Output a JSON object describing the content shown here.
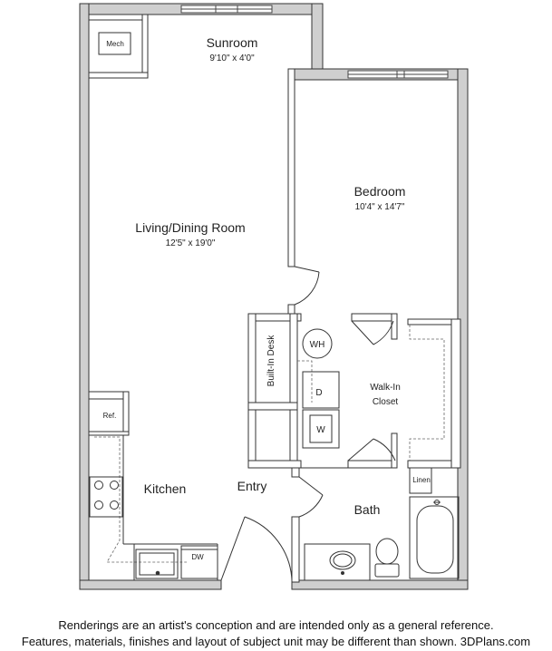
{
  "rooms": {
    "sunroom": {
      "name": "Sunroom",
      "dims": "9'10\" x 4'0\""
    },
    "living": {
      "name": "Living/Dining Room",
      "dims": "12'5\" x 19'0\""
    },
    "bedroom": {
      "name": "Bedroom",
      "dims": "10'4\" x 14'7\""
    },
    "closet": {
      "line1": "Walk-In",
      "line2": "Closet"
    },
    "kitchen": {
      "name": "Kitchen"
    },
    "entry": {
      "name": "Entry"
    },
    "bath": {
      "name": "Bath"
    }
  },
  "fixtures": {
    "mech": "Mech",
    "wh": "WH",
    "desk": "Built-In Desk",
    "dryer": "D",
    "washer": "W",
    "ref": "Ref.",
    "dw": "DW",
    "linen": "Linen"
  },
  "disclaimer": {
    "line1": "Renderings are an artist's conception and are intended only as a general reference.",
    "line2": "Features, materials, finishes and layout of subject unit may be different than shown. 3DPlans.com"
  }
}
